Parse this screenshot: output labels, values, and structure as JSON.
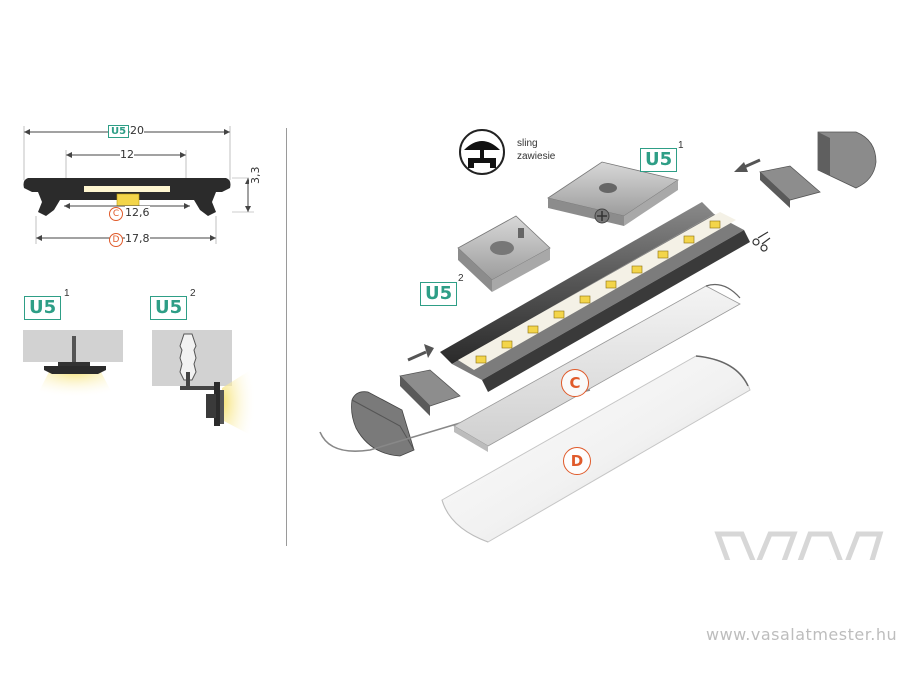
{
  "cross_section": {
    "profile_label": "U5",
    "total_width": "20",
    "inner_width": "12",
    "height": "3,3",
    "cover_c_label": "C",
    "cover_c_width": "12,6",
    "cover_d_label": "D",
    "cover_d_width": "17,8"
  },
  "mounting": {
    "option1": {
      "label": "U5",
      "index": "1"
    },
    "option2": {
      "label": "U5",
      "index": "2"
    }
  },
  "exploded_view": {
    "sling_label": "sling",
    "sling_label_hu": "zawiesie",
    "clip1": {
      "label": "U5",
      "index": "1"
    },
    "clip2": {
      "label": "U5",
      "index": "2"
    },
    "cover_c": "C",
    "cover_d": "D"
  },
  "watermark": {
    "logo": "VM",
    "url": "www.vasalatmester.hu"
  },
  "colors": {
    "accent_green": "#2e9e86",
    "accent_orange": "#e05a2a",
    "profile_dark": "#2b2b2b",
    "led_yellow": "#f3d54a"
  }
}
